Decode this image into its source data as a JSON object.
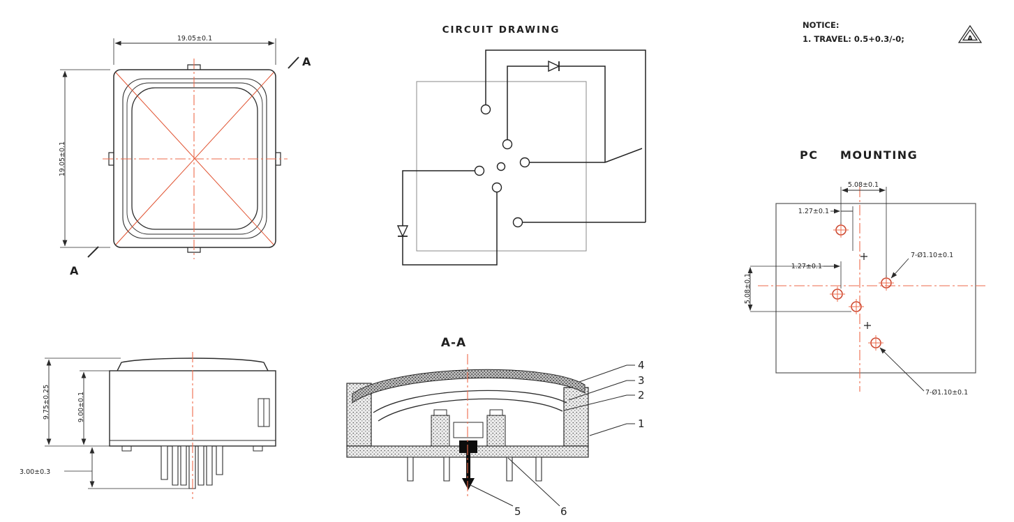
{
  "meta": {
    "line_color": "#2b2b2b",
    "centerline_color": "#ee6a4a",
    "diagonal_color": "#e0512f",
    "hole_color": "#cc4a33"
  },
  "top_view": {
    "dim_width": "19.05±0.1",
    "dim_height": "19.05±0.1",
    "section_label_top": "A",
    "section_label_bottom": "A"
  },
  "circuit_drawing": {
    "title": "CIRCUIT DRAWING"
  },
  "notice": {
    "heading": "NOTICE:",
    "item_1": "1. TRAVEL: 0.5+0.3/-0;",
    "flag_label": "A"
  },
  "pc_mounting": {
    "title_pc": "PC",
    "title_mounting": "MOUNTING",
    "dim_top_pitch": "5.08±0.1",
    "dim_top_offset": "1.27±0.1",
    "dim_left_offset": "1.27±0.1",
    "dim_left_pitch": "5.08±0.1",
    "callout_holes_top": "7-Ø1.10±0.1",
    "callout_holes_bottom": "7-Ø1.10±0.1"
  },
  "side_view": {
    "dim_total_height": "9.75±0.25",
    "dim_body_height": "9.00±0.1",
    "dim_pin_length": "3.00±0.3"
  },
  "section_view": {
    "title": "A-A",
    "callouts": {
      "c1": "1",
      "c2": "2",
      "c3": "3",
      "c4": "4",
      "c5": "5",
      "c6": "6"
    }
  }
}
